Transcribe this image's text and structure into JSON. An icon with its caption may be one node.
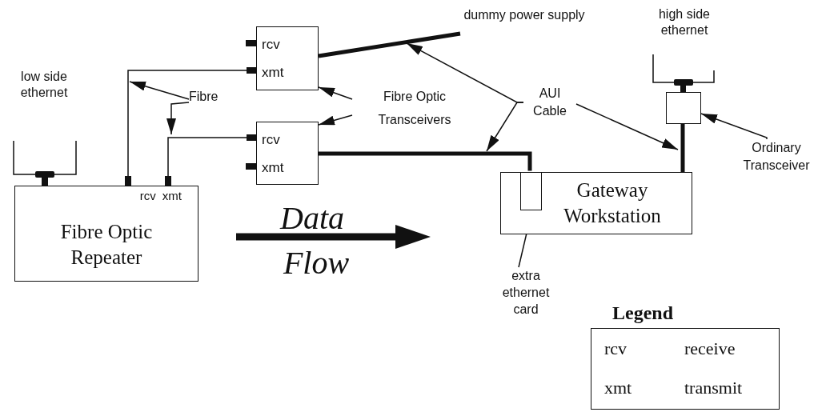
{
  "diagram": {
    "nodes": [
      {
        "text": [
          "rcv",
          "xmt",
          "Fibre Optic Repeater"
        ]
      },
      {
        "text": [
          "rcv",
          "xmt"
        ]
      },
      {
        "text": [
          "rcv",
          "xmt"
        ]
      },
      {
        "text": [
          "Gateway Workstation"
        ]
      },
      {
        "text": [],
        "shape": "box",
        "in": 3
      },
      {
        "text": [],
        "shape": "box"
      },
      {
        "text": [
          "Fibre"
        ]
      },
      {
        "text": [
          "Fibre Optic Transceivers"
        ]
      },
      {
        "text": [
          "AUI Cable"
        ]
      },
      {
        "text": [
          "dummy power supply"
        ]
      },
      {
        "text": [
          "Ordinary Transceiver"
        ]
      },
      {
        "text": [
          "extra ethernet card"
        ]
      }
    ],
    "edges": [
      {
        "from": 1,
        "to": 0,
        "arrow": "other"
      },
      {
        "from": 0,
        "to": 2,
        "arrow": "other"
      },
      {
        "from": 1,
        "to": 9,
        "arrow": "none",
        "style": "thick"
      },
      {
        "from": 2,
        "to": 4,
        "arrow": "none",
        "style": "thick"
      },
      {
        "from": 5,
        "to": 3,
        "arrow": "none",
        "style": "thick"
      },
      {
        "from": 6,
        "to": null,
        "arrow": "to"
      },
      {
        "from": 6,
        "to": null,
        "arrow": "to"
      },
      {
        "from": 7,
        "to": 1,
        "arrow": "to"
      },
      {
        "from": 7,
        "to": 2,
        "arrow": "to"
      },
      {
        "from": 8,
        "to": null,
        "arrow": "to"
      },
      {
        "from": 8,
        "to": null,
        "arrow": "to"
      },
      {
        "from": 8,
        "to": null,
        "arrow": "to"
      },
      {
        "from": 10,
        "to": 5,
        "arrow": "to"
      },
      {
        "from": 11,
        "to": 4,
        "arrow": "to"
      }
    ],
    "labels": [
      "high side ethernet",
      "low side ethernet",
      "Data",
      "Flow",
      "Legend",
      "rcv",
      "receive",
      "xmt",
      "transmit"
    ]
  }
}
